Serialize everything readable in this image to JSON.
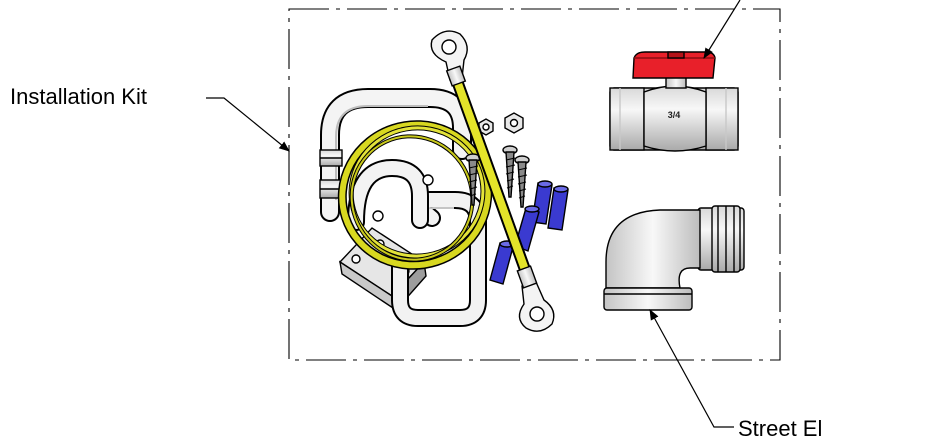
{
  "callouts": {
    "installation_kit": "Installation Kit",
    "street_el": "Street El"
  },
  "valve_marking": "3/4",
  "colors": {
    "line": "#000000",
    "handle_red": "#e8202a",
    "cable_yellow": "#d8d820",
    "anchor_blue": "#3a3ad0",
    "metal_light": "#f1f1f1",
    "metal_shade": "#b9b9b9"
  },
  "icons": [
    "ball-valve-icon",
    "street-elbow-icon",
    "grounding-strap-icon",
    "u-bolt-icon",
    "wall-anchor-icon",
    "screw-icon",
    "hex-nut-icon",
    "coiled-wire-icon",
    "mounting-bracket-icon"
  ]
}
